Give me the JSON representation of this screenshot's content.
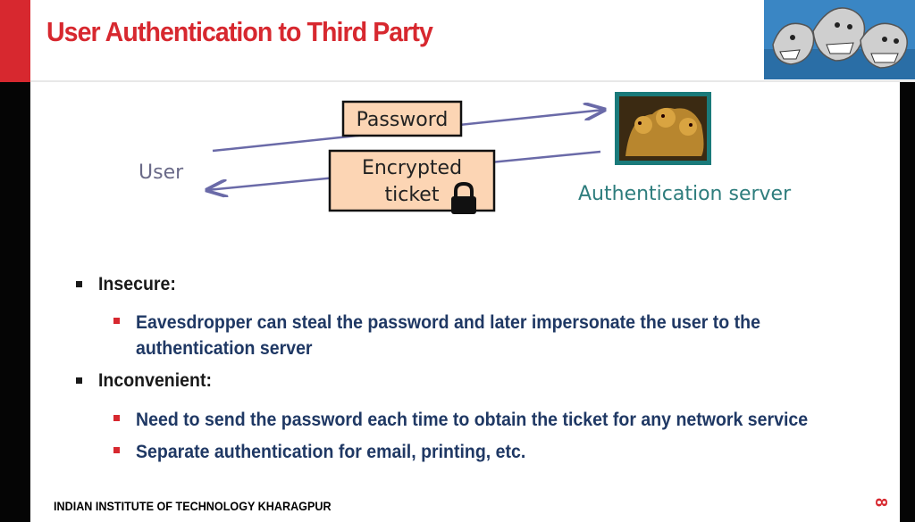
{
  "slide": {
    "title": "User Authentication to Third Party",
    "footer": "INDIAN INSTITUTE OF TECHNOLOGY KHARAGPUR",
    "page_number": "8"
  },
  "diagram": {
    "password_label": "Password",
    "ticket_line1": "Encrypted",
    "ticket_line2": "ticket",
    "user_label": "User",
    "server_label": "Authentication server"
  },
  "bullets": [
    {
      "heading": "Insecure:",
      "subs": [
        "Eavesdropper can steal the password and later impersonate the user to the authentication server"
      ]
    },
    {
      "heading": "Inconvenient:",
      "subs": [
        "Need to send the password each time to obtain the ticket for any network service",
        "Separate authentication for email, printing, etc."
      ]
    }
  ],
  "colors": {
    "accent_red": "#d7282f",
    "bullet_blue": "#1f3864",
    "box_fill": "#fcd5b4",
    "server_text": "#2e7d7d",
    "arrow": "#6a6aa8"
  }
}
